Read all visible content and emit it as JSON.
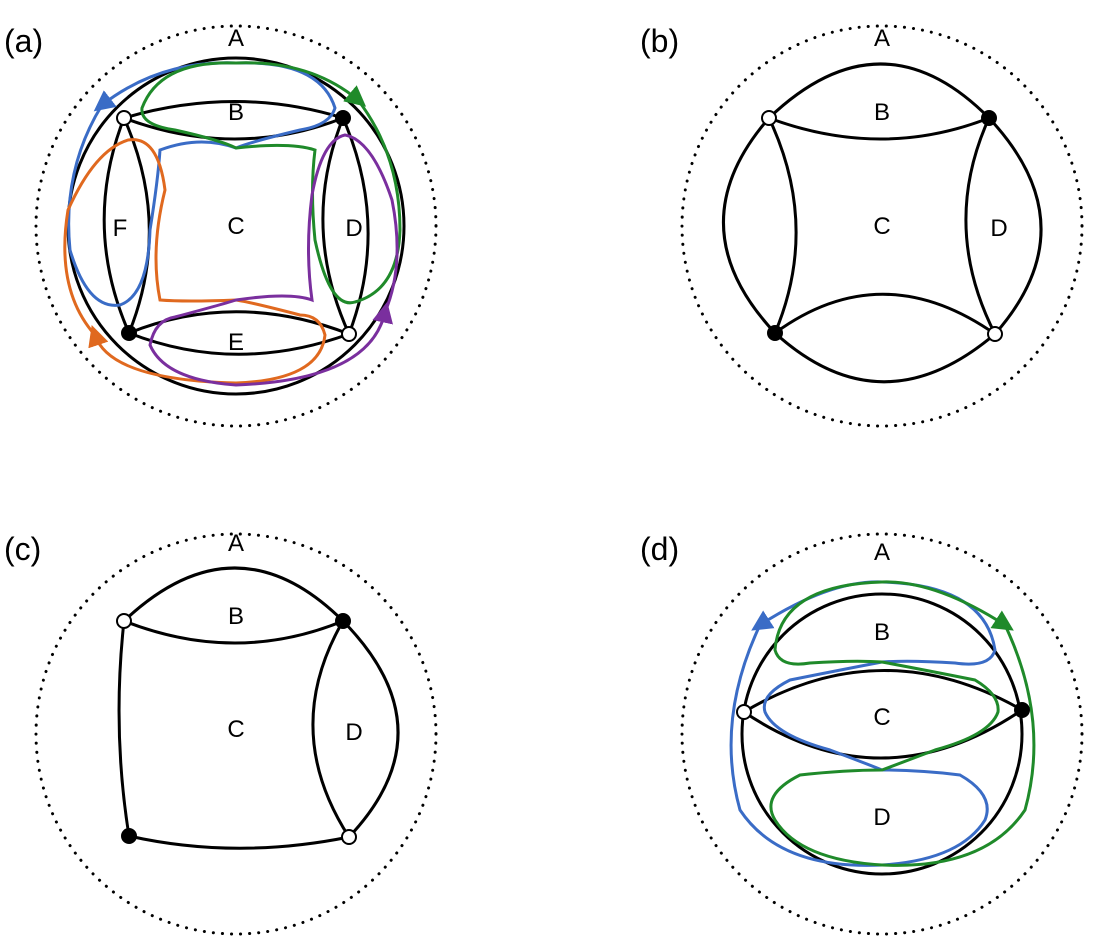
{
  "colors": {
    "blue": "#3a6cc6",
    "green": "#1f8a2a",
    "orange": "#e0691f",
    "purple": "#7a2f9e",
    "black": "#000000"
  },
  "panels": {
    "a": {
      "label": "(a)",
      "regions": {
        "A": "A",
        "B": "B",
        "C": "C",
        "D": "D",
        "E": "E",
        "F": "F"
      }
    },
    "b": {
      "label": "(b)",
      "regions": {
        "A": "A",
        "B": "B",
        "C": "C",
        "D": "D"
      }
    },
    "c": {
      "label": "(c)",
      "regions": {
        "A": "A",
        "B": "B",
        "C": "C",
        "D": "D"
      }
    },
    "d": {
      "label": "(d)",
      "regions": {
        "A": "A",
        "B": "B",
        "C": "C",
        "D": "D"
      }
    }
  }
}
